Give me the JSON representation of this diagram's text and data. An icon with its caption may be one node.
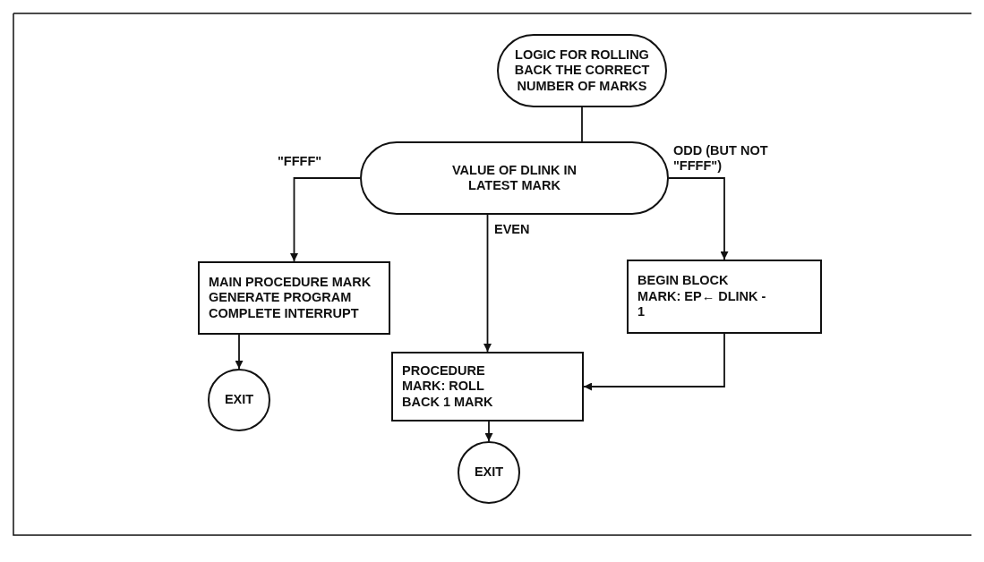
{
  "diagram": {
    "nodes": [
      {
        "text": [
          "LOGIC FOR ROLLING BACK THE CORRECT NUMBER OF MARKS"
        ]
      },
      {
        "text": [
          "VALUE OF DLINK IN LATEST MARK"
        ]
      },
      {
        "text": [
          "MAIN PROCEDURE MARK GENERATE PROGRAM COMPLETE INTERRUPT"
        ]
      },
      {
        "text": [
          "BEGIN BLOCK MARK: EP← DLINK - 1"
        ]
      },
      {
        "text": [
          "PROCEDURE MARK: ROLL BACK 1 MARK"
        ]
      },
      {
        "text": [
          "EXIT"
        ]
      },
      {
        "text": [
          "EXIT"
        ]
      }
    ],
    "edges": [
      {
        "from": 0,
        "to": 1,
        "arrow": "none"
      },
      {
        "from": 1,
        "to": 2,
        "arrow": "to",
        "label": "\"FFFF\""
      },
      {
        "from": 1,
        "to": 4,
        "arrow": "to",
        "label": "EVEN"
      },
      {
        "from": 1,
        "to": 3,
        "arrow": "to",
        "label": "ODD (BUT NOT \"FFFF\")"
      },
      {
        "from": 3,
        "to": 4,
        "arrow": "to"
      },
      {
        "from": 2,
        "to": 5,
        "arrow": "to"
      },
      {
        "from": 4,
        "to": 6,
        "arrow": "to"
      }
    ]
  }
}
